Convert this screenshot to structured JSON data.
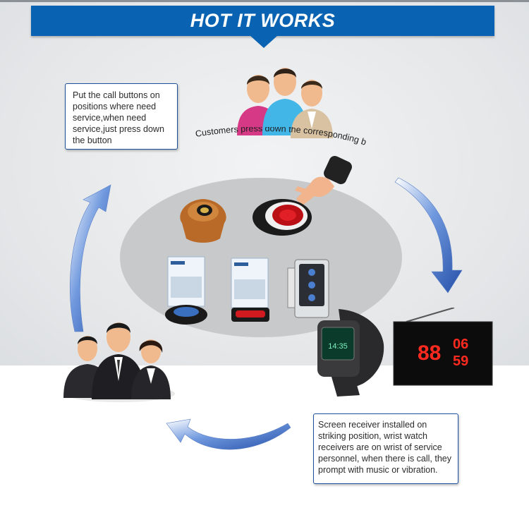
{
  "banner": {
    "title": "HOT IT WORKS"
  },
  "steps": {
    "customers_caption": "Customers press down the corresponding buttons when they need service",
    "call_buttons_note": "Put the call buttons on positions where need service,when need service,just press down the button",
    "receiver_note": "Screen receiver installed on striking position, wrist watch receivers are on wrist of service personnel, when there is call, they prompt with music or vibration."
  },
  "devices": {
    "watch_time": "14:35",
    "display_number": "88",
    "display_top": "06",
    "display_bottom": "59"
  },
  "colors": {
    "banner": "#0a63b2",
    "arrow": "#3b6fc9",
    "note_border": "#1d4f9a",
    "led_red": "#ff2a1f"
  }
}
